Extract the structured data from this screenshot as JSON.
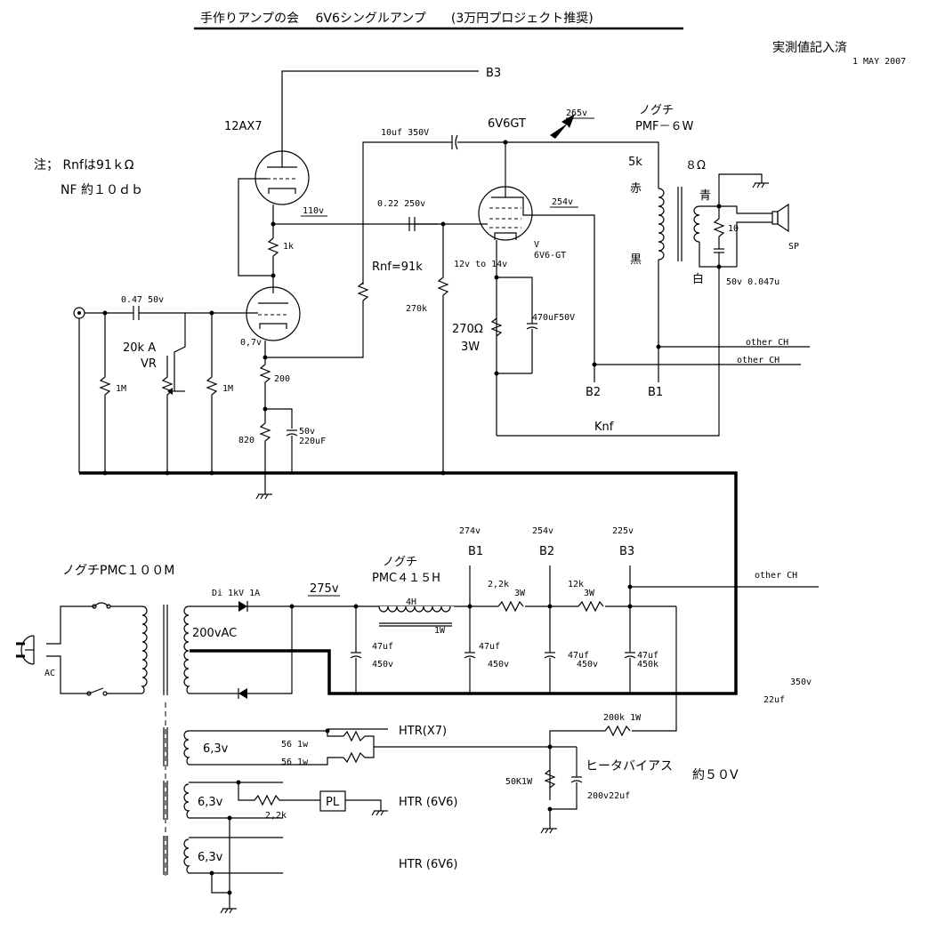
{
  "title": "手作りアンプの会　 6V6シングルアンプ　　(3万円プロジェクト推奨)",
  "measured": "実測値記入済",
  "date": "1 MAY 2007",
  "note1": "注； Rnfは91ｋΩ",
  "note2": "NF 約１０ｄｂ",
  "tubes": {
    "preamp": "12AX7",
    "power": "6V6GT",
    "power_sub": "6V6-GT",
    "v_mark": "V"
  },
  "transformer_out": {
    "maker": "ノグチ",
    "model": "PMF－６W",
    "imp_primary": "5k",
    "red": "赤",
    "black": "黒",
    "imp_secondary": "８Ω",
    "blue": "青",
    "white": "白"
  },
  "labels": {
    "b3_top": "B3",
    "v265": "265v",
    "cap_coupling_top": "10uf 350V",
    "cap_coupling": "0.22 250v",
    "v110": "110v",
    "v254_plate": "254v",
    "r1k": "1k",
    "rnf": "Rnf=91k",
    "r270k": "270k",
    "cathode_v": "12v to 14v",
    "rk": "270Ω",
    "rk_w": "3W",
    "ck": "470uF50V",
    "cin": "0.47 50v",
    "vr": "20k A",
    "vr2": "VR",
    "r1m_a": "1M",
    "r1m_b": "1M",
    "v07": "0,7v",
    "r200": "200",
    "r820": "820",
    "c50v": "50v",
    "c220": "220uF",
    "r10": "10",
    "cz": "50v 0.047u",
    "sp": "SP",
    "other1": "other  CH",
    "other2": "other  CH",
    "b2": "B2",
    "b1": "B1",
    "knf": "Knf"
  },
  "psu": {
    "power_tr": "ノグチPMC１００M",
    "diode": "Di  1kV  1A",
    "v275": "275v",
    "ac200": "200vAC",
    "ac": "AC",
    "choke_maker": "ノグチ",
    "choke_model": "PMC４１５H",
    "choke_h": "4H",
    "choke_w": "1W",
    "b1v": "274v",
    "b1": "B1",
    "b2v": "254v",
    "b2": "B2",
    "b3v": "225v",
    "b3": "B3",
    "r22k": "2,2k",
    "r22k_w": "3W",
    "r12k": "12k",
    "r12k_w": "3W",
    "c1a": "47uf",
    "c1b": "450v",
    "c2a": "47uf",
    "c2b": "450v",
    "c3a": "47uf",
    "c3b": "450v",
    "c4a": "47uf",
    "c4b": "450k",
    "other3": "other  CH",
    "v350": "350v",
    "c22": "22uf",
    "r200k": "200k 1W",
    "heater_bias": "ヒータバイアス",
    "approx50": "約５０V",
    "r50k": "50K1W",
    "c200v": "200v22uf",
    "htr1": "HTR(X7)",
    "r56a": "56 1w",
    "r56b": "56 1w",
    "v63a": "6,3v",
    "v63b": "6,3v",
    "v63c": "6,3v",
    "htr2": "HTR (6V6)",
    "htr3": "HTR (6V6)",
    "pl": "PL",
    "r22kpl": "2,2k"
  }
}
